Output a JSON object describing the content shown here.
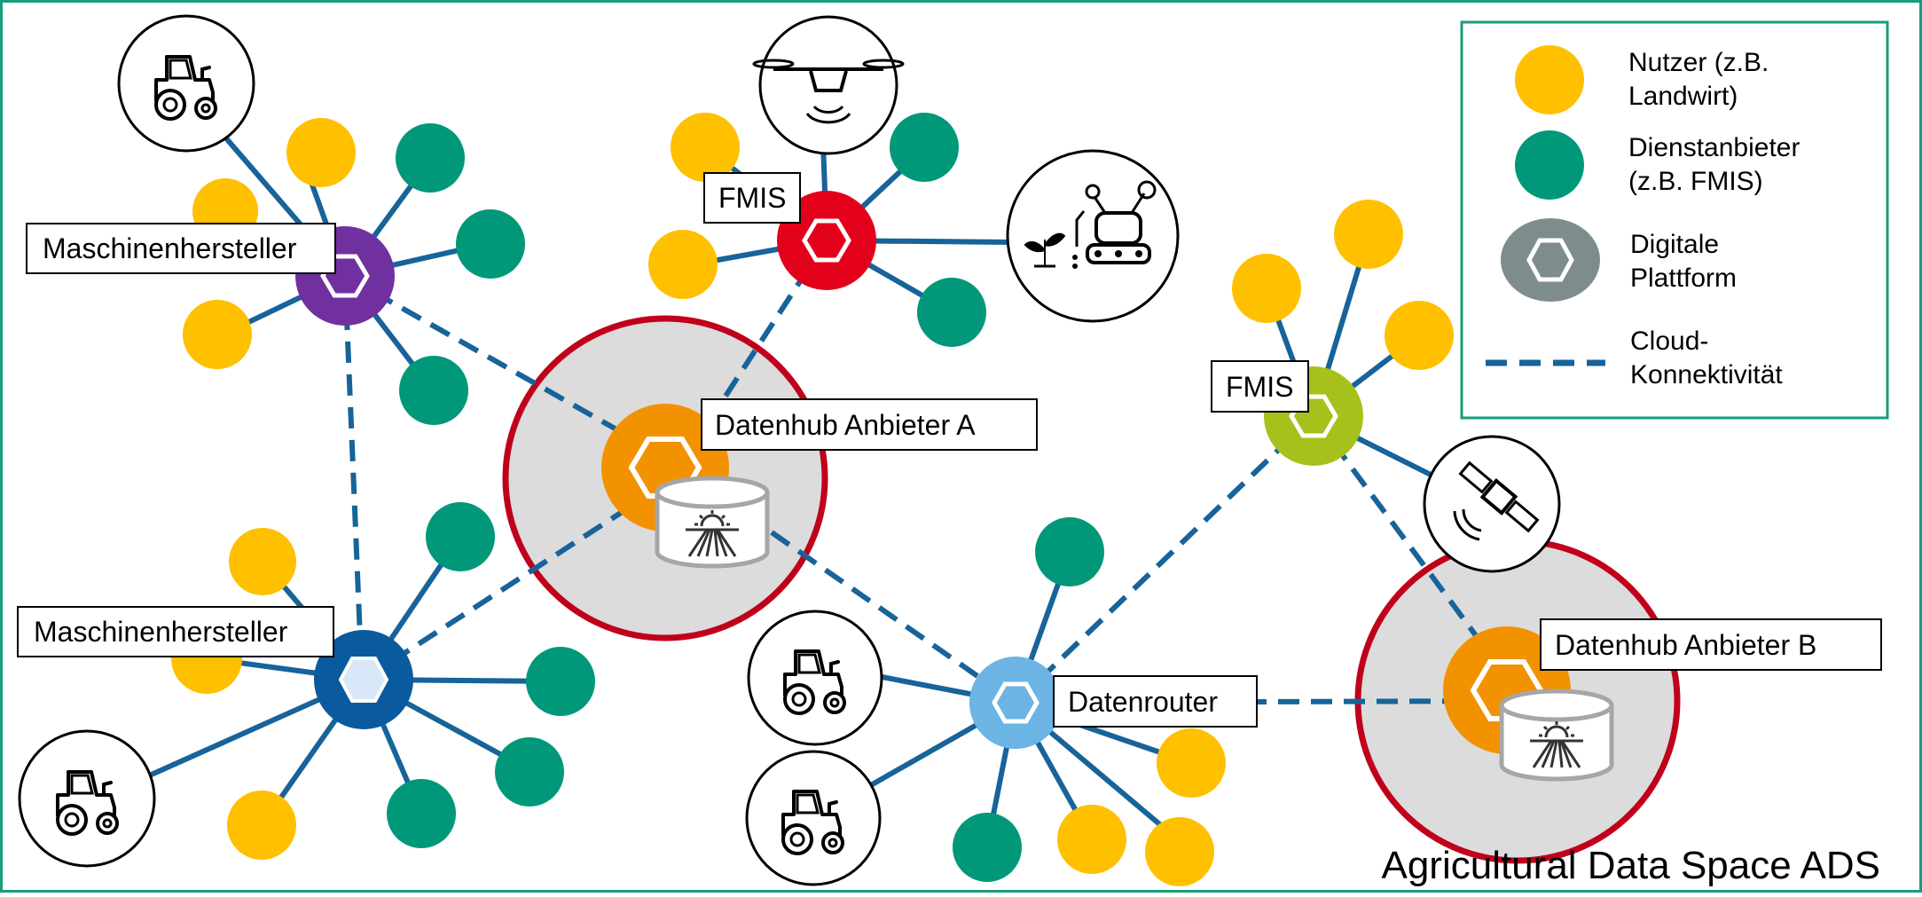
{
  "labels": {
    "mh1": "Maschinenhersteller",
    "mh2": "Maschinenhersteller",
    "fmis1": "FMIS",
    "fmis2": "FMIS",
    "hubA": "Datenhub Anbieter A",
    "hubB": "Datenhub Anbieter B",
    "router": "Datenrouter",
    "space": "Agricultural Data Space ADS"
  },
  "legend": {
    "user1": "Nutzer (z.B.",
    "user2": "Landwirt)",
    "prov1": "Dienstanbieter",
    "prov2": "(z.B. FMIS)",
    "plat1": "Digitale",
    "plat2": "Plattform",
    "cloud1": "Cloud-",
    "cloud2": "Konnektivität"
  },
  "colors": {
    "user": "#FFC000",
    "provider": "#009879",
    "platform": "#7F8C8D",
    "line": "#17639A",
    "border": "#179C7D",
    "hub": "#DCDCDC",
    "hubRing": "#C0001A",
    "purple": "#7030A0",
    "red": "#E3001B",
    "orange": "#F39200",
    "lime": "#A6C11B",
    "navy": "#0A5A9E",
    "lightblue": "#6CB4E4"
  }
}
